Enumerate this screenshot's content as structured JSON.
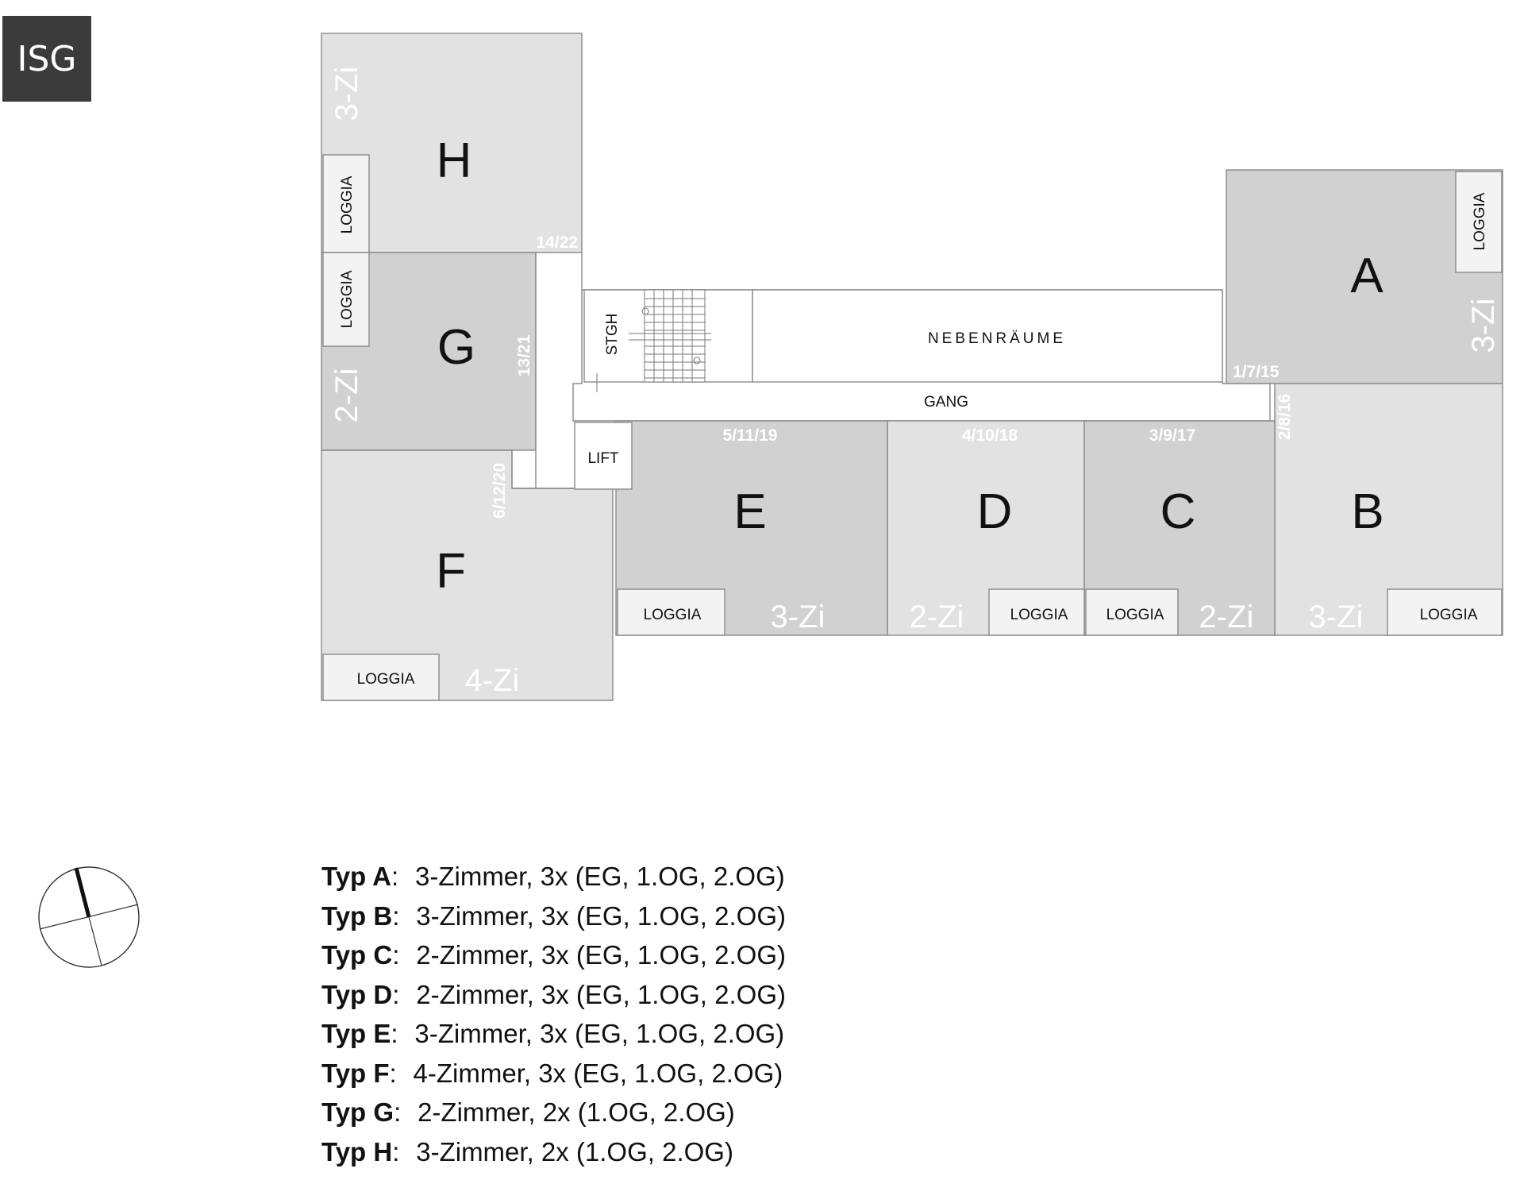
{
  "logo": {
    "text": "ISG"
  },
  "apartments": [
    {
      "id": "A",
      "rooms": "3-Zi",
      "numbers": "1/7/15",
      "loggia": "LOGGIA"
    },
    {
      "id": "B",
      "rooms": "3-Zi",
      "numbers": "2/8/16",
      "loggia": "LOGGIA"
    },
    {
      "id": "C",
      "rooms": "2-Zi",
      "numbers": "3/9/17",
      "loggia": "LOGGIA"
    },
    {
      "id": "D",
      "rooms": "2-Zi",
      "numbers": "4/10/18",
      "loggia": "LOGGIA"
    },
    {
      "id": "E",
      "rooms": "3-Zi",
      "numbers": "5/11/19",
      "loggia": "LOGGIA"
    },
    {
      "id": "F",
      "rooms": "4-Zi",
      "numbers": "6/12/20",
      "loggia": "LOGGIA"
    },
    {
      "id": "G",
      "rooms": "2-Zi",
      "numbers": "13/21",
      "loggia": "LOGGIA"
    },
    {
      "id": "H",
      "rooms": "3-Zi",
      "numbers": "14/22",
      "loggia": "LOGGIA"
    }
  ],
  "common": {
    "stairs": "STGH",
    "utility": "NEBENRÄUME",
    "corridor": "GANG",
    "lift": "LIFT"
  },
  "legend": [
    {
      "label": "Typ A",
      "text": "3-Zimmer, 3x (EG, 1.OG, 2.OG)"
    },
    {
      "label": "Typ B",
      "text": "3-Zimmer, 3x (EG, 1.OG, 2.OG)"
    },
    {
      "label": "Typ C",
      "text": "2-Zimmer, 3x (EG, 1.OG, 2.OG)"
    },
    {
      "label": "Typ D",
      "text": "2-Zimmer, 3x (EG, 1.OG, 2.OG)"
    },
    {
      "label": "Typ E",
      "text": "3-Zimmer, 3x (EG, 1.OG, 2.OG)"
    },
    {
      "label": "Typ F",
      "text": "4-Zimmer, 3x (EG, 1.OG, 2.OG)"
    },
    {
      "label": "Typ G",
      "text": "2-Zimmer, 2x (1.OG, 2.OG)"
    },
    {
      "label": "Typ H",
      "text": "3-Zimmer, 2x (1.OG, 2.OG)"
    }
  ],
  "colors": {
    "light": "#e2e2e2",
    "dark": "#d1d1d1",
    "logo_bg": "#3b3b3b"
  }
}
